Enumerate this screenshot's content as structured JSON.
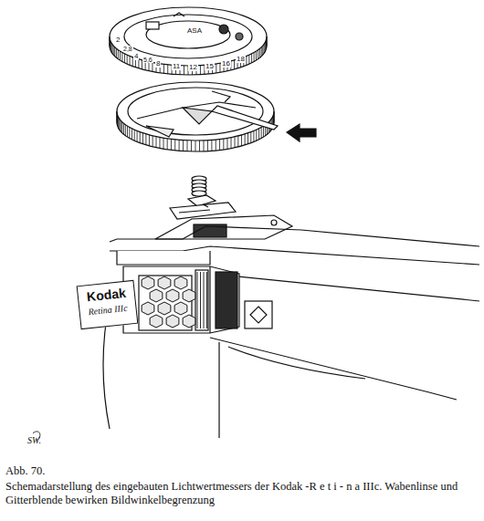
{
  "diagram": {
    "caption": "Schemadarstellung des eingebauten Lichtwertmessers der Kodak -R e t i - n a IIIc. Wabenlinse und Gitterblende bewirken Bildwinkelbegrenzung",
    "nodes": [
      {
        "text": [
          "Kodak",
          "Retina IIIc"
        ]
      }
    ],
    "labels": [
      "ASA",
      "2",
      "2,8",
      "4",
      "5,6",
      "8",
      "11",
      "12",
      "15",
      "16",
      "18",
      "SW.",
      "Abb. 70."
    ]
  }
}
